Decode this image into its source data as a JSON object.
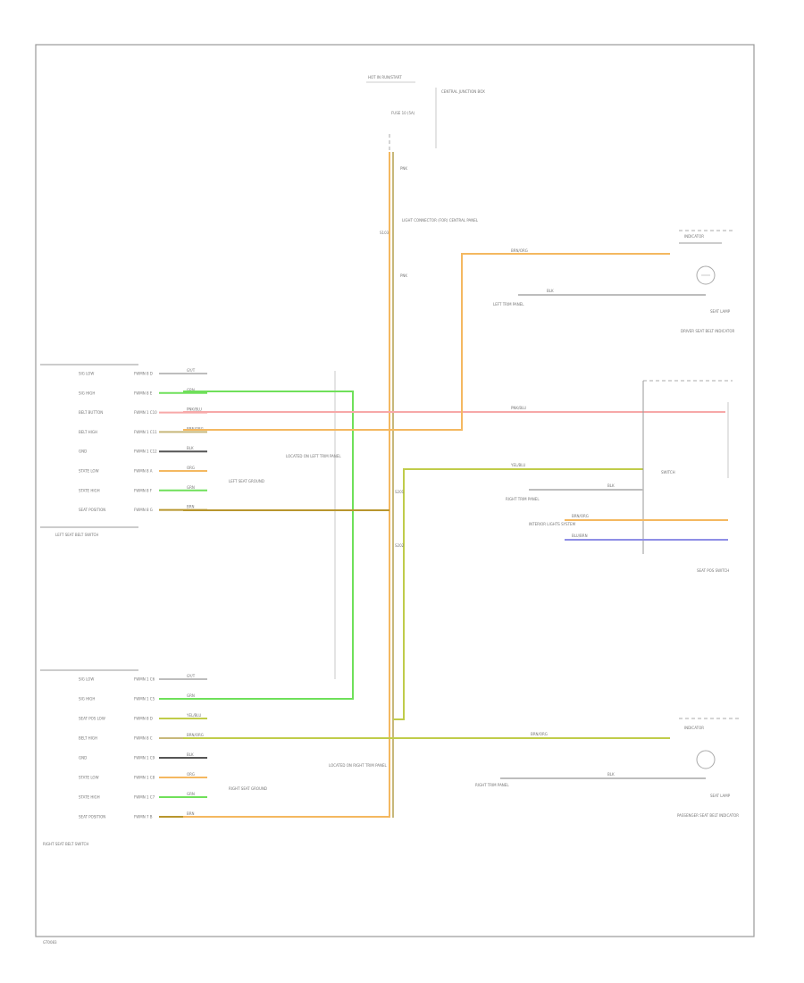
{
  "figure_code": "GT0083",
  "colors": {
    "orange": "#f4b860",
    "tan": "#c8b87a",
    "green": "#6fe05a",
    "pink": "#f7a8a8",
    "brown_dark": "#b8962e",
    "yellow_green": "#c0cc4a",
    "blue": "#8e8ee6",
    "gray_wire": "#bdbdbd",
    "black_wire": "#555555",
    "frame": "#999999"
  },
  "top": {
    "power_source": "HOT IN RUN/START",
    "fuse_label": "FUSE 10 (5A)",
    "fuse_box_note": "CENTRAL JUNCTION BOX",
    "splice_label": "S103",
    "wire_label_top": "PNK",
    "wire_label_mid": "PNK",
    "connector_label": "LIGHT CONNECTOR (FOR) CENTRAL PANEL"
  },
  "left_module": {
    "name": "LEFT SEAT BELT SWITCH",
    "pins": [
      {
        "fn": "SIG LOW",
        "term": "FWMN 8 D",
        "wire": "GY/T"
      },
      {
        "fn": "SIG HIGH",
        "term": "FWMN 8 E",
        "wire": "GRN"
      },
      {
        "fn": "BELT BUTTON",
        "term": "FWMN 1 C10",
        "wire": "PNK/BLU"
      },
      {
        "fn": "BELT HIGH",
        "term": "FWMN 1 C11",
        "wire": "BRN/ORG"
      },
      {
        "fn": "GND",
        "term": "FWMN 1 C12",
        "wire": "BLK"
      },
      {
        "fn": "STATE LOW",
        "term": "FWMN 8 A",
        "wire": "ORG"
      },
      {
        "fn": "STATE HIGH",
        "term": "FWMN 8 F",
        "wire": "GRN"
      },
      {
        "fn": "SEAT POSITION",
        "term": "FWMN 8 G",
        "wire": "BRN"
      }
    ],
    "ground_label": "LEFT SEAT GROUND",
    "splice_note": "LOCATED ON LEFT TRIM PANEL"
  },
  "right_module": {
    "name": "RIGHT SEAT BELT SWITCH",
    "pins": [
      {
        "fn": "SIG LOW",
        "term": "FWMN 1 C6",
        "wire": "GY/T"
      },
      {
        "fn": "SIG HIGH",
        "term": "FWMN 1 C5",
        "wire": "GRN"
      },
      {
        "fn": "SEAT POS LOW",
        "term": "FWMN 8 D",
        "wire": "YEL/BLU"
      },
      {
        "fn": "BELT HIGH",
        "term": "FWMN 8 C",
        "wire": "BRN/ORG"
      },
      {
        "fn": "GND",
        "term": "FWMN 1 C9",
        "wire": "BLK"
      },
      {
        "fn": "STATE LOW",
        "term": "FWMN 1 C8",
        "wire": "ORG"
      },
      {
        "fn": "STATE HIGH",
        "term": "FWMN 1 C7",
        "wire": "GRN"
      },
      {
        "fn": "SEAT POSITION",
        "term": "FWMN 7 B",
        "wire": "BRN"
      }
    ],
    "ground_label": "RIGHT SEAT GROUND",
    "splice_note": "LOCATED ON RIGHT TRIM PANEL"
  },
  "right_components": {
    "lamp_upper": {
      "title": "INDICATOR",
      "wire1": "BRN/ORG",
      "wire2": "BLK",
      "name": "DRIVER SEAT BELT INDICATOR",
      "lamp": "SEAT LAMP",
      "ground": "LEFT TRIM PANEL"
    },
    "switch": {
      "title": "SWITCH",
      "name": "SEAT POS SWITCH",
      "wire_pnk": "PNK/BLU",
      "wire_yel": "YEL/BLU",
      "wire_blk": "BLK",
      "wire_orange": "BRN/ORG",
      "wire_blue": "BLU/BRN",
      "ground": "RIGHT TRIM PANEL",
      "note": "INTERIOR LIGHTS SYSTEM"
    },
    "lamp_lower": {
      "title": "INDICATOR",
      "wire1": "BRN/ORG",
      "wire2": "BLK",
      "name": "PASSENGER SEAT BELT INDICATOR",
      "lamp": "SEAT LAMP",
      "ground": "RIGHT TRIM PANEL"
    }
  },
  "splices": {
    "center": "S201",
    "center_lower": "S202"
  }
}
